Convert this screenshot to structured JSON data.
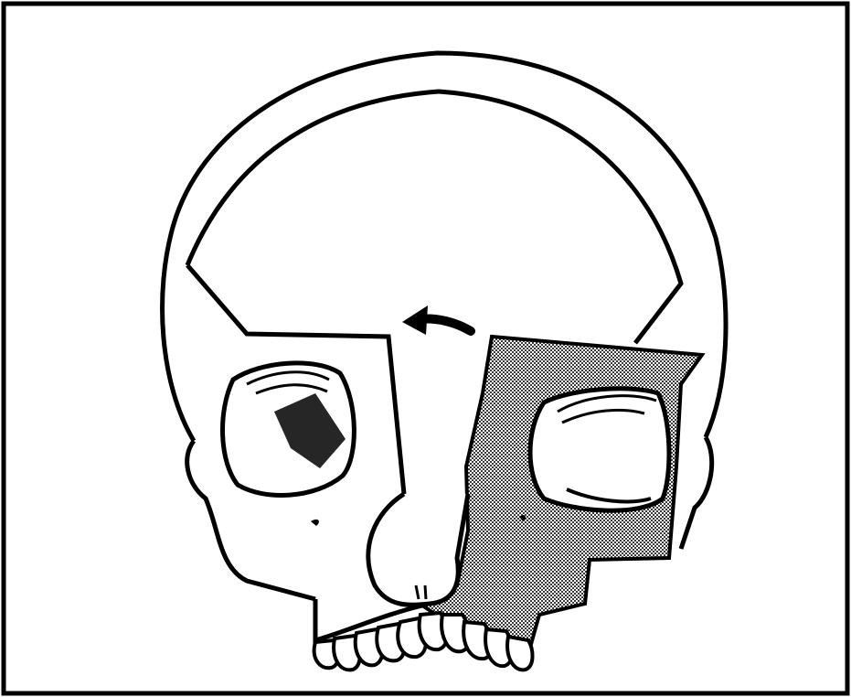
{
  "figure": {
    "type": "anatomical-line-drawing",
    "subject": "skull-anterior-view",
    "highlighted_region": "left-zygomatic-maxillary-segment",
    "arrow_direction": "leftward",
    "colors": {
      "line": "#000000",
      "background": "#ffffff",
      "stipple": "#7a7a7a"
    }
  }
}
